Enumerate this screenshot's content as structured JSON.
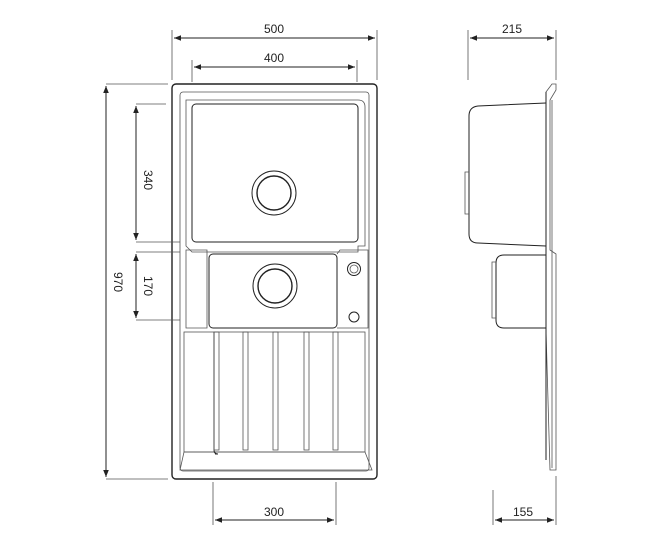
{
  "drawing": {
    "dimensions": {
      "top_width_total": "500",
      "top_width_bowl": "400",
      "side_depth_total": "215",
      "left_height_total": "970",
      "left_height_bowl_main": "340",
      "left_height_bowl_small": "170",
      "bottom_drainer_width": "300",
      "bottom_side_width": "155"
    }
  }
}
